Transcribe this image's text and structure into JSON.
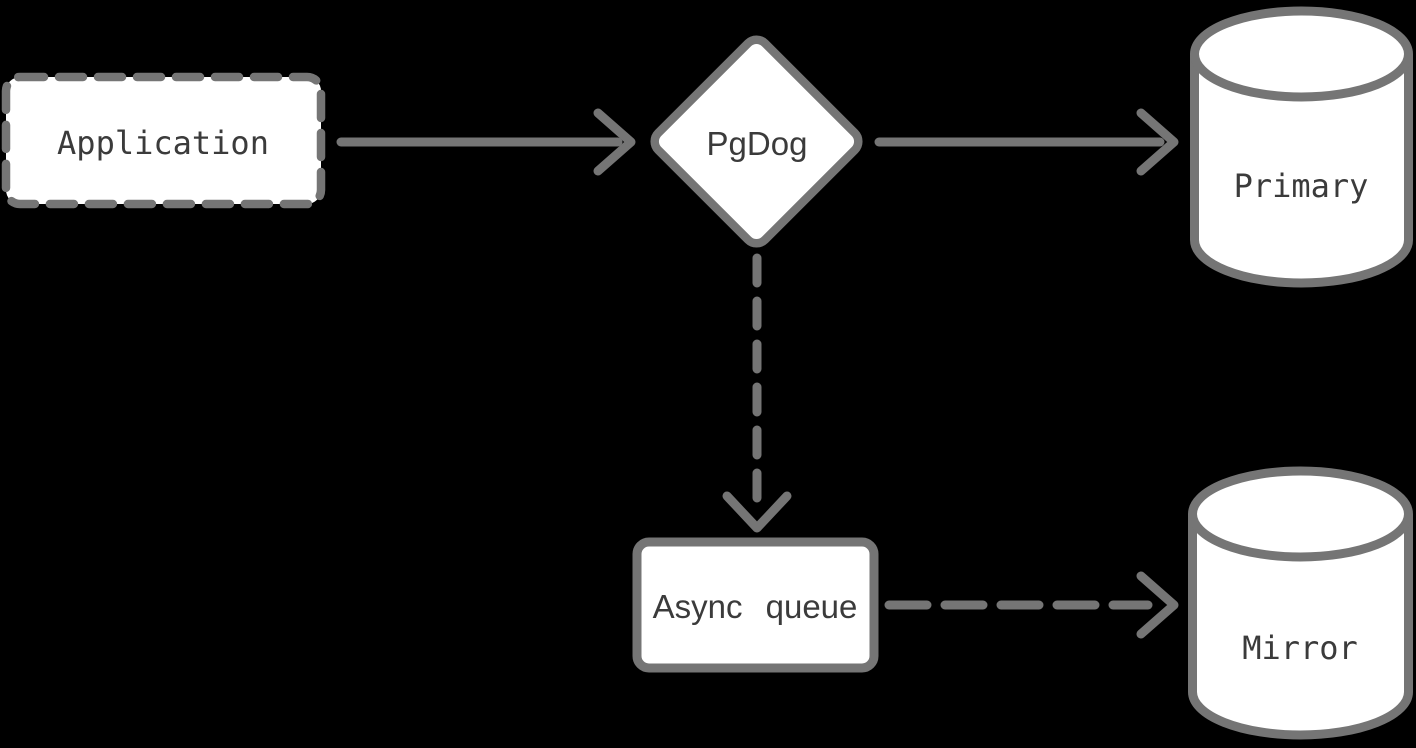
{
  "theme": {
    "background": "#000000",
    "shape_fill": "#ffffff",
    "stroke": "#757575",
    "text": "#3b3b3b"
  },
  "diagram": {
    "description": "Flow diagram: an application connects through PgDog, which routes queries to a primary database and asynchronously mirrors traffic via a queue to a mirror database.",
    "nodes": {
      "application": {
        "label": "Application",
        "shape": "rectangle-dashed-border"
      },
      "pgdog": {
        "label": "PgDog",
        "shape": "diamond"
      },
      "primary": {
        "label": "Primary",
        "shape": "database-cylinder"
      },
      "async_queue": {
        "label": "Async queue",
        "shape": "rectangle"
      },
      "mirror": {
        "label": "Mirror",
        "shape": "database-cylinder"
      }
    },
    "edges": [
      {
        "from": "application",
        "to": "pgdog",
        "style": "solid",
        "direction": "right"
      },
      {
        "from": "pgdog",
        "to": "primary",
        "style": "solid",
        "direction": "right"
      },
      {
        "from": "pgdog",
        "to": "async_queue",
        "style": "dashed",
        "direction": "down"
      },
      {
        "from": "async_queue",
        "to": "mirror",
        "style": "dashed",
        "direction": "right"
      }
    ]
  }
}
